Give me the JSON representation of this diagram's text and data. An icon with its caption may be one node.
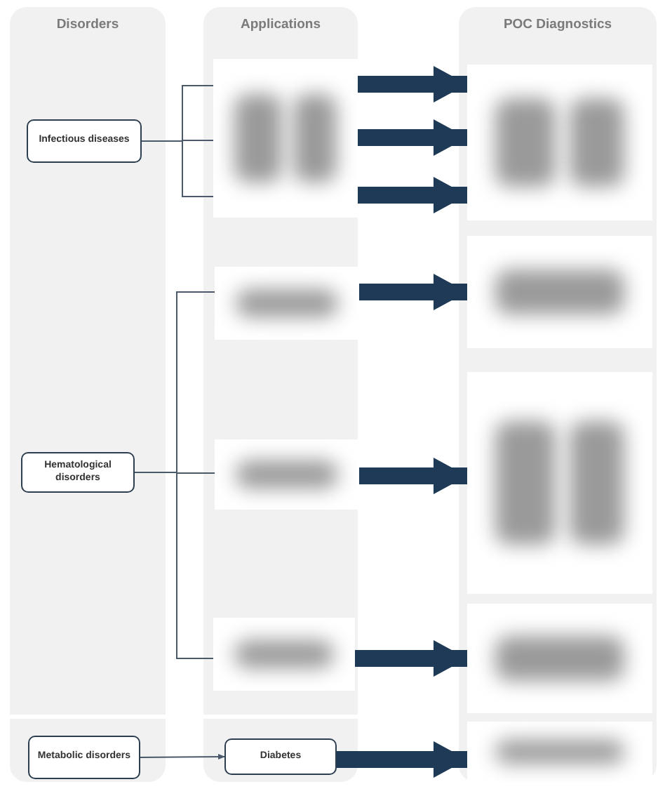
{
  "diagram": {
    "nodes": [
      {
        "text": [
          "Disorders"
        ]
      },
      {
        "text": [
          "Applications"
        ]
      },
      {
        "text": [
          "POC Diagnostics"
        ]
      },
      {
        "text": [
          "Infectious diseases"
        ],
        "in": 0
      },
      {
        "text": [
          "Hematological disorders"
        ],
        "in": 0
      },
      {
        "text": [
          "Metabolic disorders"
        ],
        "in": 0
      },
      {
        "text": [],
        "shape": "box",
        "in": 1
      },
      {
        "text": [],
        "shape": "box",
        "in": 1
      },
      {
        "text": [],
        "shape": "box",
        "in": 1
      },
      {
        "text": [],
        "shape": "box",
        "in": 1
      },
      {
        "text": [
          "Diabetes"
        ],
        "in": 1
      },
      {
        "text": [],
        "shape": "box",
        "in": 2
      },
      {
        "text": [],
        "shape": "box",
        "in": 2
      },
      {
        "text": [],
        "shape": "box",
        "in": 2
      },
      {
        "text": [],
        "shape": "box",
        "in": 2
      },
      {
        "text": [],
        "shape": "box",
        "in": 2
      }
    ],
    "edges": [
      {
        "from": 3,
        "to": 6,
        "arrow": "none"
      },
      {
        "from": 3,
        "to": 6,
        "arrow": "none"
      },
      {
        "from": 3,
        "to": 6,
        "arrow": "none"
      },
      {
        "from": 4,
        "to": 7,
        "arrow": "none"
      },
      {
        "from": 4,
        "to": 8,
        "arrow": "none"
      },
      {
        "from": 4,
        "to": 9,
        "arrow": "none"
      },
      {
        "from": 5,
        "to": 10,
        "arrow": "to"
      },
      {
        "from": 6,
        "to": 11,
        "arrow": "to",
        "style": "thick",
        "color": "#1f3a56"
      },
      {
        "from": 6,
        "to": 11,
        "arrow": "to",
        "style": "thick",
        "color": "#1f3a56"
      },
      {
        "from": 6,
        "to": 11,
        "arrow": "to",
        "style": "thick",
        "color": "#1f3a56"
      },
      {
        "from": 7,
        "to": 12,
        "arrow": "to",
        "style": "thick",
        "color": "#1f3a56"
      },
      {
        "from": 8,
        "to": 13,
        "arrow": "to",
        "style": "thick",
        "color": "#1f3a56"
      },
      {
        "from": 9,
        "to": 14,
        "arrow": "to",
        "style": "thick",
        "color": "#1f3a56"
      },
      {
        "from": 10,
        "to": 15,
        "arrow": "to",
        "style": "thick",
        "color": "#1f3a56"
      }
    ]
  }
}
